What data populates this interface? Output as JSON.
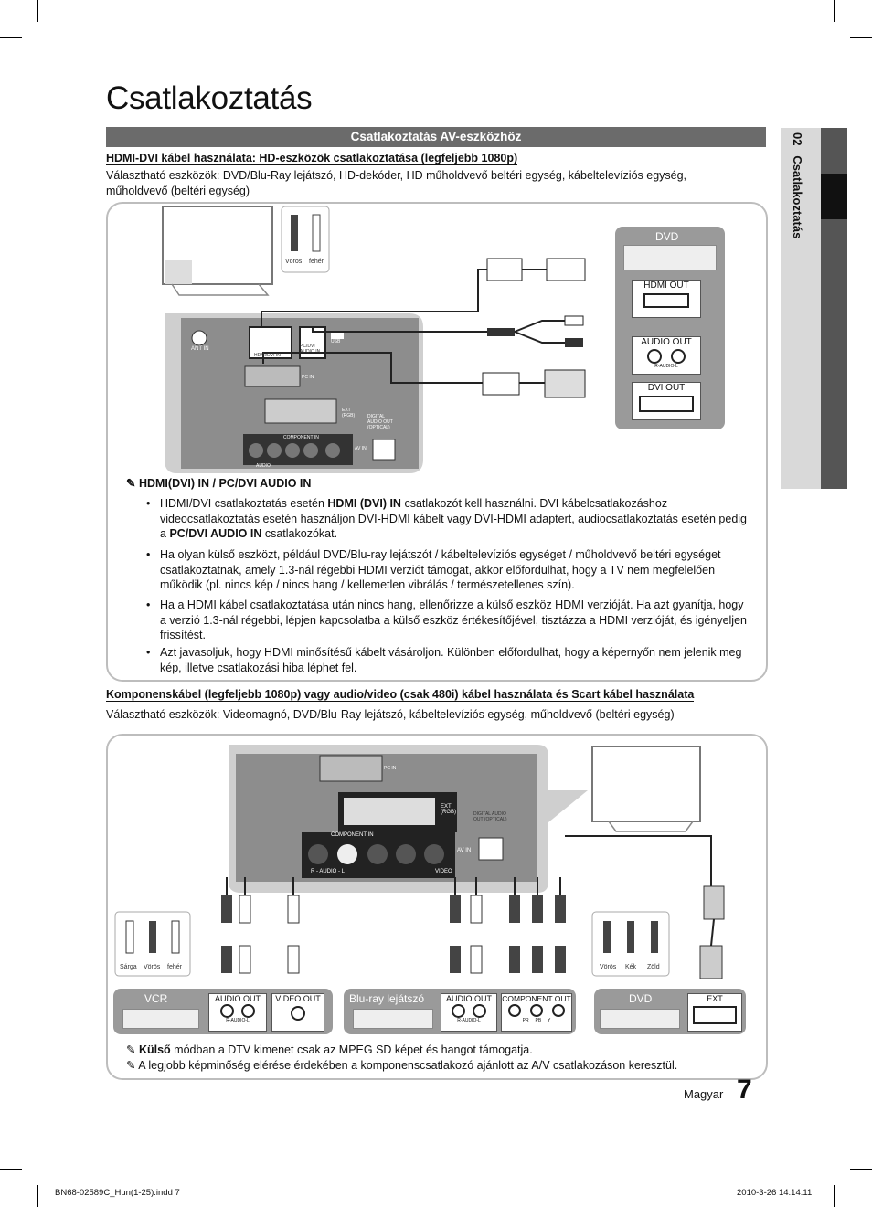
{
  "page": {
    "title": "Csatlakoztatás",
    "section_bar": "Csatlakoztatás AV-eszközhöz",
    "side_tab": {
      "number": "02",
      "label": "Csatlakoztatás"
    },
    "footer": {
      "language": "Magyar",
      "page_number": "7",
      "file": "BN68-02589C_Hun(1-25).indd   7",
      "timestamp": "2010-3-26   14:14:11"
    }
  },
  "hdmi": {
    "heading": "HDMI-DVI kábel használata: HD-eszközök csatlakoztatása (legfeljebb 1080p)",
    "devices": "Választható eszközök: DVD/Blu-Ray lejátszó, HD-dekóder, HD műholdvevő beltéri egység, kábeltelevíziós egység, műholdvevő (beltéri egység)",
    "diagram": {
      "cable_colors": [
        "Vörös",
        "fehér"
      ],
      "tv_ports": {
        "antin": "ANT IN",
        "hdmi": "HDMI/DVI IN",
        "pcdvi": "PC/DVI AUDIO IN",
        "usb": "USB",
        "pcin": "PC IN",
        "ext": "EXT (RGB)",
        "optical": "DIGITAL AUDIO OUT (OPTICAL)",
        "component": "COMPONENT IN",
        "audio": "AUDIO",
        "av": "AV IN"
      },
      "device": {
        "name": "DVD",
        "hdmi_out": "HDMI OUT",
        "audio_out": "AUDIO OUT",
        "audio_sub": "R-AUDIO-L",
        "dvi_out": "DVI OUT"
      }
    },
    "note_title": "HDMI(DVI) IN / PC/DVI AUDIO IN",
    "bullets": [
      {
        "p1": "HDMI/DVI csatlakoztatás esetén ",
        "b1": "HDMI (DVI) IN",
        "p2": " csatlakozót kell használni. DVI kábelcsatlakozáshoz videocsatlakoztatás esetén használjon DVI-HDMI kábelt vagy DVI-HDMI adaptert, audiocsatlakoztatás esetén pedig a ",
        "b2": "PC/DVI AUDIO IN",
        "p3": " csatlakozókat."
      },
      {
        "text": "Ha olyan külső eszközt, például DVD/Blu-ray lejátszót / kábeltelevíziós egységet / műholdvevő beltéri egységet csatlakoztatnak, amely 1.3-nál régebbi HDMI verziót támogat, akkor előfordulhat, hogy a TV nem megfelelően működik (pl. nincs kép / nincs hang / kellemetlen vibrálás / természetellenes szín)."
      },
      {
        "text": "Ha a HDMI kábel csatlakoztatása után nincs hang, ellenőrizze a külső eszköz HDMI verzióját. Ha azt gyanítja, hogy a verzió 1.3-nál régebbi, lépjen kapcsolatba a külső eszköz értékesítőjével, tisztázza a HDMI verzióját, és igényeljen frissítést."
      },
      {
        "text": "Azt javasoljuk, hogy HDMI minősítésű kábelt vásároljon. Különben előfordulhat, hogy a képernyőn nem jelenik meg kép, illetve csatlakozási hiba léphet fel."
      }
    ]
  },
  "component": {
    "heading": "Komponenskábel (legfeljebb 1080p) vagy audio/video (csak 480i) kábel használata és Scart kábel használata",
    "devices": "Választható eszközök: Videomagnó, DVD/Blu-Ray lejátszó, kábeltelevíziós egység, műholdvevő (beltéri egység)",
    "diagram": {
      "tv_ports": {
        "pcin": "PC IN",
        "ext": "EXT (RGB)",
        "optical": "DIGITAL AUDIO OUT (OPTICAL)",
        "component": "COMPONENT IN",
        "audio": "R - AUDIO - L",
        "video": "VIDEO",
        "av": "AV IN"
      },
      "legend_left": [
        "Sárga",
        "Vörös",
        "fehér"
      ],
      "legend_right": [
        "Vörös",
        "Kék",
        "Zöld"
      ],
      "vcr": {
        "name": "VCR",
        "audio_out": "AUDIO OUT",
        "audio_sub": "R-AUDIO-L",
        "video_out": "VIDEO OUT"
      },
      "bluray": {
        "name": "Blu-ray lejátszó",
        "audio_out": "AUDIO OUT",
        "audio_sub": "R-AUDIO-L",
        "component_out": "COMPONENT OUT",
        "comp_labels": [
          "PR",
          "PB",
          "Y"
        ]
      },
      "dvd": {
        "name": "DVD",
        "ext": "EXT"
      }
    },
    "note1_bold": "Külső",
    "note1_rest": " módban a DTV kimenet csak az MPEG SD képet és hangot támogatja.",
    "note2": "A legjobb képminőség elérése érdekében a komponenscsatlakozó ajánlott az A/V csatlakozáson keresztül."
  }
}
